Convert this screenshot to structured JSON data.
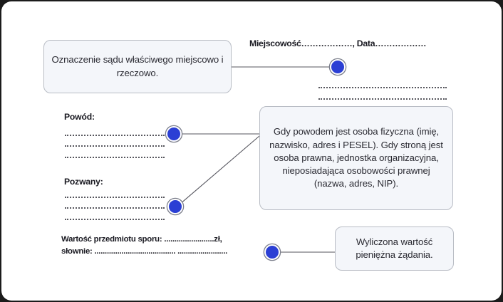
{
  "document": {
    "type": "annotated-legal-form-diagram",
    "language": "pl",
    "accent_color": "#2b3fd4",
    "callout_bg": "#f4f6fa",
    "callout_border": "#b8bcc4",
    "page_bg": "#ffffff",
    "canvas_bg": "#1b1b1b"
  },
  "form": {
    "header_line": "Miejscowość………………, Data………………",
    "plaintiff_label": "Powód:",
    "defendant_label": "Pozwany:",
    "value_line_1": "Wartość przedmiotu sporu: ........................zł,",
    "value_line_2": "słownie: ....................................... ........................",
    "blank_lines": {
      "header_count": 2,
      "plaintiff_count": 3,
      "defendant_count": 3
    }
  },
  "callouts": [
    {
      "id": "court",
      "text": "Oznaczenie sądu właściwego miejscowo i rzeczowo."
    },
    {
      "id": "party",
      "text": "Gdy powodem jest osoba fizyczna (imię, nazwisko, adres i PESEL). Gdy stroną jest osoba prawna, jednostka organizacyjna, nieposiadająca osobowości prawnej (nazwa, adres, NIP)."
    },
    {
      "id": "value",
      "text": "Wyliczona wartość pieniężna żądania."
    }
  ],
  "nodes": [
    {
      "id": "court-node",
      "icon": "bullet-dot-icon"
    },
    {
      "id": "plaintiff-node",
      "icon": "bullet-dot-icon"
    },
    {
      "id": "defendant-node",
      "icon": "bullet-dot-icon"
    },
    {
      "id": "value-node",
      "icon": "bullet-dot-icon"
    }
  ]
}
